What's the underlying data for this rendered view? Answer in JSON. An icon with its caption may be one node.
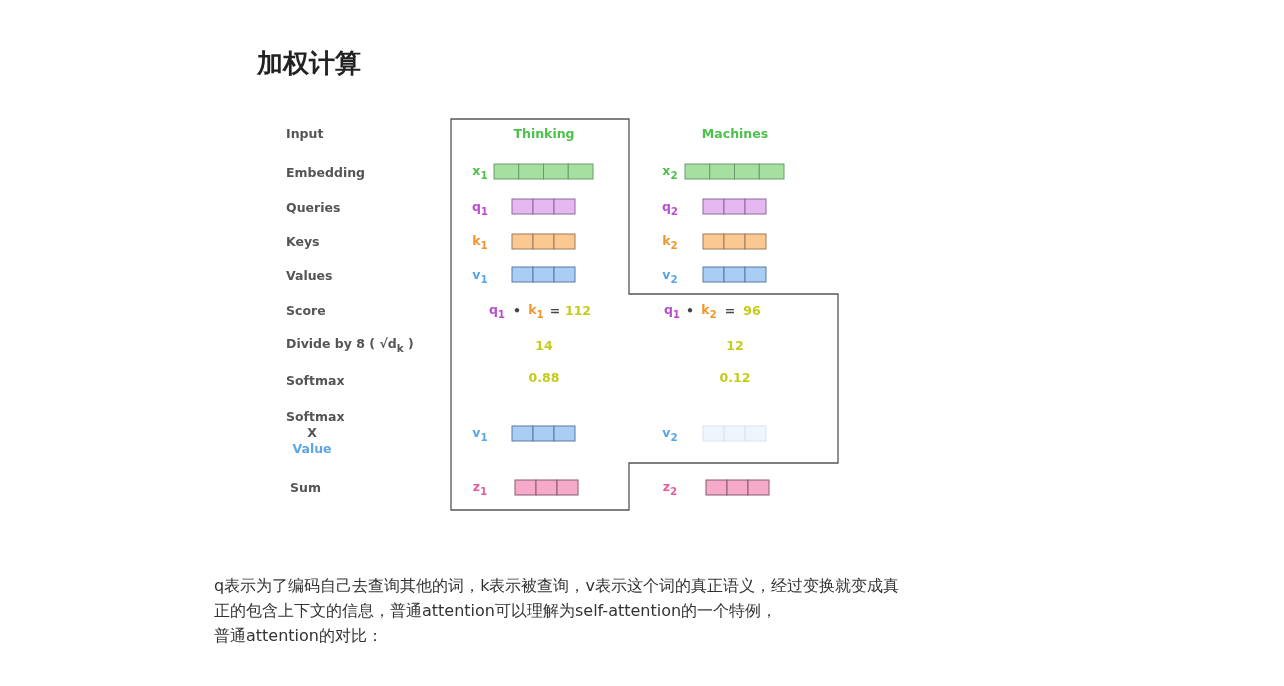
{
  "diagram": {
    "title": "加权计算",
    "labels": [
      "Input",
      "Thinking",
      "Machines",
      "Embedding",
      "x$_{1}$",
      "x$_{2}$",
      "Queries",
      "q$_{1}$",
      "q$_{2}$",
      "Keys",
      "k$_{1}$",
      "k$_{2}$",
      "Values",
      "v$_{1}$",
      "v$_{2}$",
      "Score",
      "q$_{1}$",
      "•",
      "k$_{1}$",
      "=",
      "112",
      "q$_{1}$",
      "•",
      "k$_{2}$",
      "=",
      "96",
      "Divide by 8 ( √d$_{k}$ )",
      "14",
      "12",
      "Softmax",
      "0.88",
      "0.12",
      "Softmax",
      "X",
      "Value",
      "v$_{1}$",
      "v$_{2}$",
      "Sum",
      "z$_{1}$",
      "z$_{2}$",
      "q表示为了编码自己去查询其他的词，k表示被查询，v表示这个词的真正语义，经过变换就变成真正的包含上下文的信息，普通attention可以理解为self-attention的一个特例，",
      "普通attention的对比："
    ]
  }
}
